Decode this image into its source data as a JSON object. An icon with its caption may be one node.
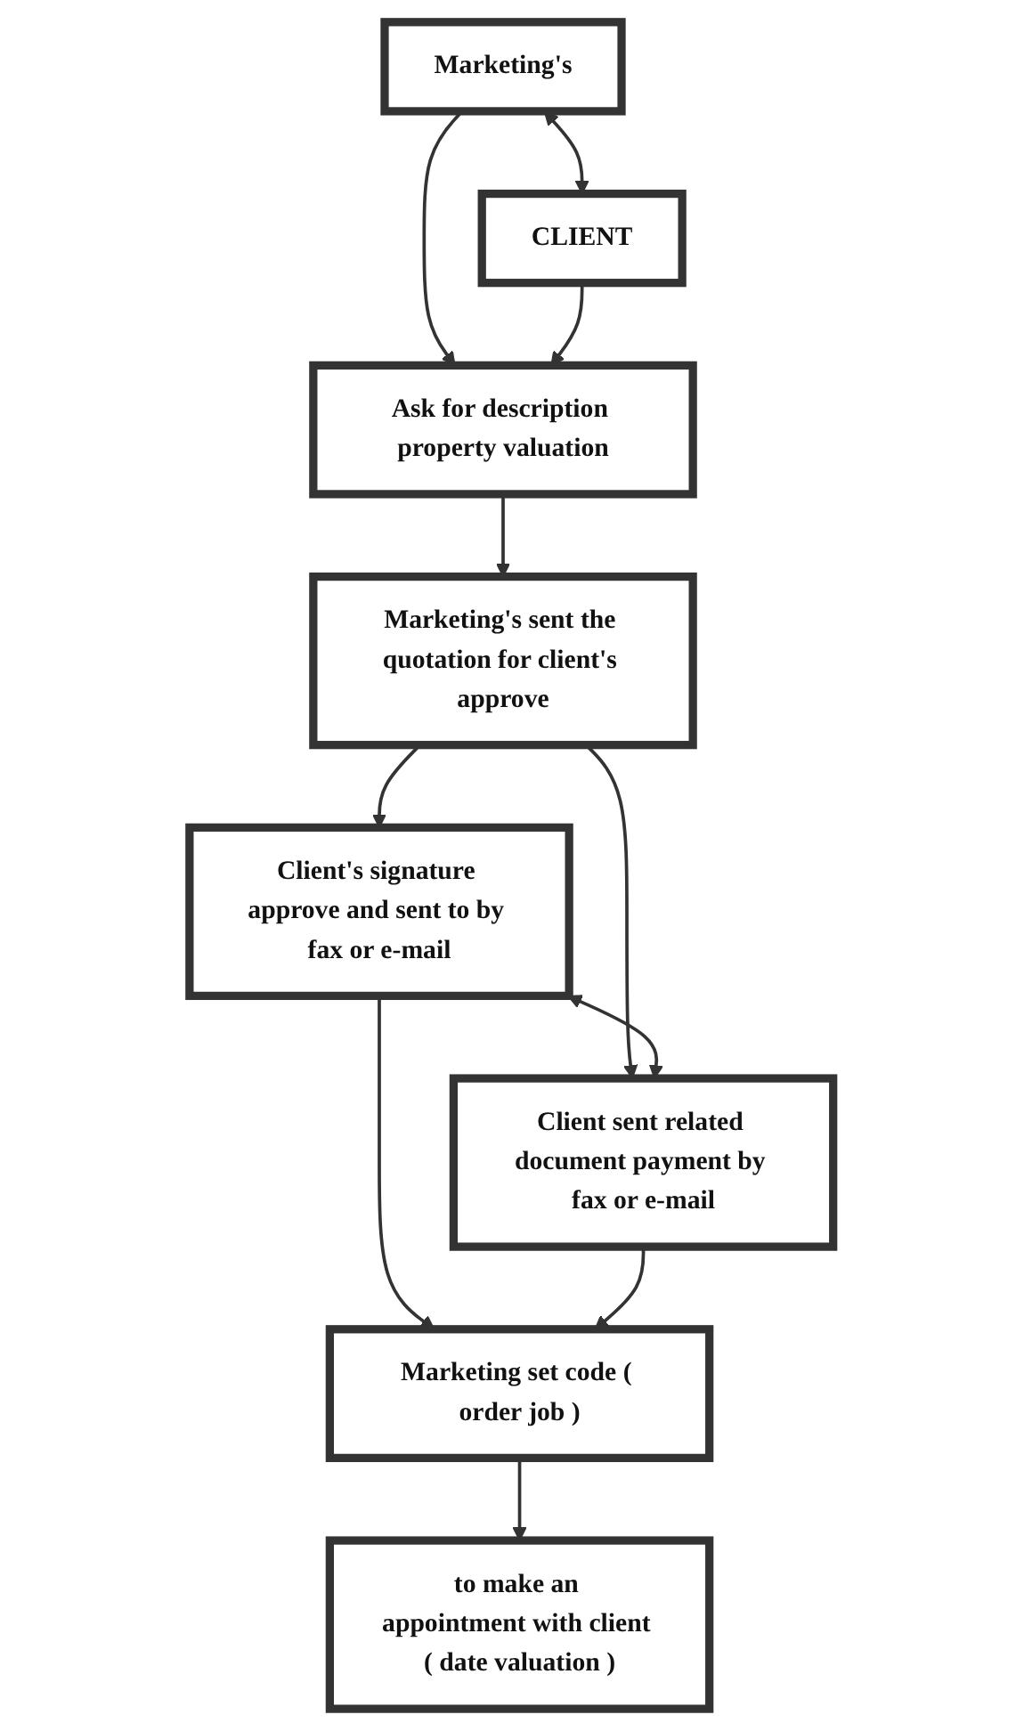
{
  "diagram": {
    "nodes": [
      {
        "text": [
          "Marketing's"
        ]
      },
      {
        "text": [
          "CLIENT"
        ]
      },
      {
        "text": [
          "Ask for description property valuation"
        ]
      },
      {
        "text": [
          "Marketing's sent the quotation for client's approve"
        ]
      },
      {
        "text": [
          "Client's signature approve and sent to by fax or e-mail"
        ]
      },
      {
        "text": [
          "Client sent related document payment by fax or e-mail"
        ]
      },
      {
        "text": [
          "Marketing set code ( order job )"
        ]
      },
      {
        "text": [
          "to make an appointment with client ( date valuation )"
        ]
      }
    ],
    "edges": [
      {
        "from": 0,
        "to": 1,
        "arrow": "both"
      },
      {
        "from": 0,
        "to": 2,
        "arrow": "to"
      },
      {
        "from": 1,
        "to": 2,
        "arrow": "to"
      },
      {
        "from": 2,
        "to": 3,
        "arrow": "to"
      },
      {
        "from": 3,
        "to": 4,
        "arrow": "to"
      },
      {
        "from": 3,
        "to": 5,
        "arrow": "to"
      },
      {
        "from": 4,
        "to": 5,
        "arrow": "both"
      },
      {
        "from": 4,
        "to": 6,
        "arrow": "to"
      },
      {
        "from": 5,
        "to": 6,
        "arrow": "to"
      },
      {
        "from": 6,
        "to": 7,
        "arrow": "to"
      }
    ]
  }
}
